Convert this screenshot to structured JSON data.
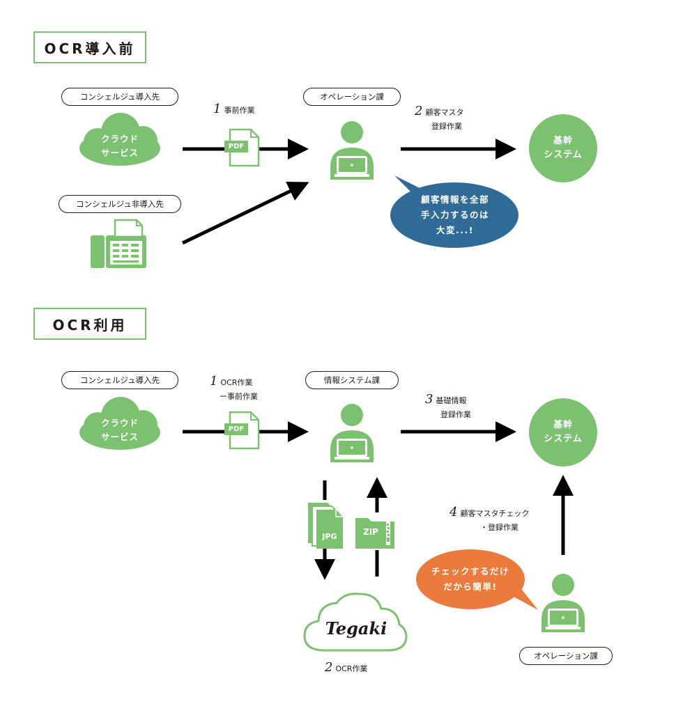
{
  "before": {
    "title": "OCR導入前",
    "source_pill": "コンシェルジュ導入先",
    "cloud_label_1": "クラウド",
    "cloud_label_2": "サービス",
    "non_source_pill": "コンシェルジュ非導入先",
    "step1_num": "1",
    "step1_text": "事前作業",
    "pdf_label": "PDF",
    "dept_pill": "オペレーション課",
    "step2_num": "2",
    "step2_line1": "顧客マスタ",
    "step2_line2": "登録作業",
    "system_line1": "基幹",
    "system_line2": "システム",
    "bubble_line1": "顧客情報を全部",
    "bubble_line2": "手入力するのは",
    "bubble_line3": "大変...!"
  },
  "after": {
    "title": "OCR利用",
    "source_pill": "コンシェルジュ導入先",
    "cloud_label_1": "クラウド",
    "cloud_label_2": "サービス",
    "step1_num": "1",
    "step1_line1": "OCR作業",
    "step1_line2": "ー事前作業",
    "pdf_label": "PDF",
    "dept_pill": "情報システム課",
    "step3_num": "3",
    "step3_line1": "基礎情報",
    "step3_line2": "登録作業",
    "system_line1": "基幹",
    "system_line2": "システム",
    "jpg_label": "JPG",
    "zip_label": "ZIP",
    "step4_num": "4",
    "step4_line1": "顧客マスタチェック",
    "step4_line2": "・登録作業",
    "bubble_line1": "チェックするだけ",
    "bubble_line2": "だから簡単!",
    "tegaki_logo": "Tegaki",
    "step2_num": "2",
    "step2_text": "OCR作業",
    "operator_pill": "オペレーション課"
  },
  "colors": {
    "green": "#7cc16f",
    "blue": "#2f6b96",
    "orange": "#eb7a3d",
    "arrow": "#000000"
  }
}
